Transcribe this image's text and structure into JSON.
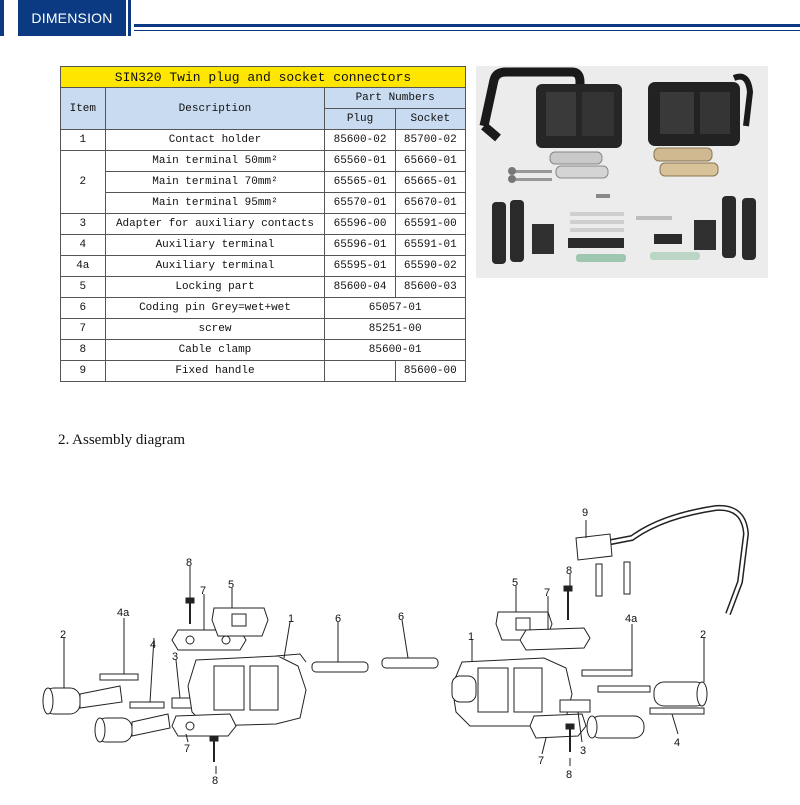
{
  "header": {
    "tab_label": "DIMENSION"
  },
  "table": {
    "title": "SIN320 Twin plug and socket connectors",
    "headers": {
      "item": "Item",
      "description": "Description",
      "part_numbers": "Part Numbers",
      "plug": "Plug",
      "socket": "Socket"
    },
    "rows": [
      {
        "item": "1",
        "description": "Contact holder",
        "plug": "85600-02",
        "socket": "85700-02"
      },
      {
        "item": "2",
        "description": "Main terminal 50mm²",
        "plug": "65560-01",
        "socket": "65660-01"
      },
      {
        "item": "",
        "description": "Main terminal 70mm²",
        "plug": "65565-01",
        "socket": "65665-01"
      },
      {
        "item": "",
        "description": "Main terminal 95mm²",
        "plug": "65570-01",
        "socket": "65670-01"
      },
      {
        "item": "3",
        "description": "Adapter for auxiliary contacts",
        "plug": "65596-00",
        "socket": "65591-00"
      },
      {
        "item": "4",
        "description": "Auxiliary terminal",
        "plug": "65596-01",
        "socket": "65591-01"
      },
      {
        "item": "4a",
        "description": "Auxiliary terminal",
        "plug": "65595-01",
        "socket": "65590-02"
      },
      {
        "item": "5",
        "description": "Locking part",
        "plug": "85600-04",
        "socket": "85600-03"
      },
      {
        "item": "6",
        "description": "Coding pin Grey=wet+wet",
        "merged": "65057-01"
      },
      {
        "item": "7",
        "description": "screw",
        "merged": "85251-00"
      },
      {
        "item": "8",
        "description": "Cable clamp",
        "merged": "85600-01"
      },
      {
        "item": "9",
        "description": "Fixed handle",
        "plug": "",
        "socket": "85600-00"
      }
    ]
  },
  "section_title": "2. Assembly diagram",
  "diagram_labels": {
    "l_8_top": "8",
    "l_7_top": "7",
    "l_5": "5",
    "l_1": "1",
    "l_6": "6",
    "l_4a": "4a",
    "l_2": "2",
    "l_4": "4",
    "l_3": "3",
    "l_7_bot": "7",
    "l_8_bot": "8",
    "r_9": "9",
    "r_5": "5",
    "r_8_top": "8",
    "r_7_top": "7",
    "r_6": "6",
    "r_1": "1",
    "r_4a": "4a",
    "r_2": "2",
    "r_4": "4",
    "r_3": "3",
    "r_7_bot": "7",
    "r_8_bot": "8"
  },
  "colors": {
    "header_blue": "#0b3a82",
    "table_title_yellow": "#ffe600",
    "table_header_blue": "#c9dbf0"
  }
}
